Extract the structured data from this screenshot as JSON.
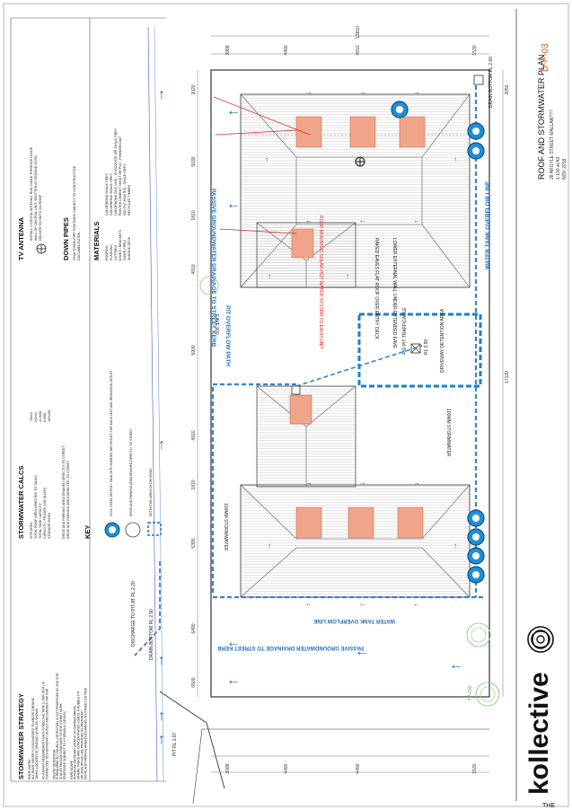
{
  "title_block": {
    "logo_word": "kollective",
    "logo_prefix": "THE",
    "drawing_title": "ROOF AND STORMWATER PLAN",
    "address": "28 ARGYLE STREET MALLAN???",
    "sheet_no": "D-P-03",
    "scale": "1:100 at A3",
    "date": "NOV 2018"
  },
  "notes": {
    "strategy_heading": "STORMWATER STRATEGY",
    "strategy_lines": [
      "ROOF WATER",
      "ALL ROOF WATER IS DISCHARGED TO ABOVE GROUND",
      "TANKS LOCATED AT GROUND LEVEL AS SHOWN",
      "",
      "AS A BASIX REQUIREMENT EACH DWELLING TANK (1 PER UNIT) IS",
      "CONNECTED TO A DRIVEWAY OUTLET AND GARDEN TAP FOR",
      "",
      "ONSITE DETENTION",
      "IF REQUIRED BY COUNCIL, DETENTION IS NOT PROPOSED AS THE SITE",
      "IS ALSO PASSIVE DRAINAGE TO THE STREET KERB",
      "PROPOSED SUBJECT TO HYDRAULIC DESIGN",
      "",
      "HARDSCAPE",
      "INTERNAL DRIVEWAY DRAINS TO GARDEN AREAS",
      "WHERE THERE ARE CONCENTRATED LOADS, A RUBBLE PIT",
      "OR SIMILAR WILL BE PROVIDED AS REQUIRED",
      "DRIVE AND PARKING AREA DISCHARGES TO STREET GUTTER"
    ],
    "calcs_heading": "STORMWATER CALCS",
    "calcs_rows": [
      [
        "SITE AREA",
        "736m2"
      ],
      [
        "TOTAL ROOF AREA DIRECTED TO TANKS",
        "342m2"
      ],
      [
        "TOTAL TANK CAPACITY",
        "24,000L"
      ],
      [
        "CAPACITY / PRIVATE USE (EACH)",
        "6,000L"
      ],
      [
        "STORAGE RATIO",
        "16m2/KL"
      ]
    ],
    "calcs_note_lines": [
      "DRIVE AND PARKING AREA DRAINED DIRECTLY TO STREET",
      "DRIVE AND PARKING AREA DIRECTED TO STREET"
    ],
    "key_heading": "KEY",
    "key_items": [
      "5000L STEEL OR POLY TANK WITH GARDEN TAP OUTLET FOR EACH UNIT AND IRRIGATION OUTLET",
      "DRIVE AND PARKING AREA DRAINED DIRECTLY TO STREET",
      "DETENTION AREA ON DRIVEWAY"
    ],
    "antenna_heading": "TV ANTENNA",
    "antenna_lines": [
      "INSTALL 1 DIGITAL ANTENNA, RUN CABLE THROUGH DIVIDE",
      "WALL OF CENTRAL UNIT, SPLITTER AT GROUND LEVEL",
      "DELIVER TO UNITS VIA ROOF"
    ],
    "downpipes_heading": "DOWN PIPES",
    "downpipes_lines": [
      "FINAL DOWN PIPE POSITIONS SUBJECT TO CONSTRUCTION",
      "DOCUMENTATION"
    ],
    "materials_heading": "MATERIALS",
    "materials_rows": [
      [
        "ROOFING",
        "COLORBOND SHALE GREY"
      ],
      [
        "FLASHING",
        "COLORBOND SHALE GREY"
      ],
      [
        "GUTTERS",
        "COLORBOND ZINC LINE - CHOCOLATE OR SHALE GREY"
      ],
      [
        "EAVES / BRACKETS",
        "PAINTED CEMENT SHEET OR PVC - POWDERCOAT"
      ],
      [
        "DOWN PIPES",
        "90D PVC PAINTED - SHALE GREY"
      ],
      [
        "SHROUD DECK",
        "RECYCLED TIMBER"
      ]
    ]
  },
  "plan": {
    "dims_top": [
      "3088",
      "4490",
      "4910",
      "1530"
    ],
    "dims_top_overall": "13810",
    "dims_left": [
      "3020",
      "5030",
      "1810",
      "4910",
      "5900",
      "4910",
      "1810",
      "5390",
      "6490",
      "6500"
    ],
    "dims_bottom": [
      "3088",
      "4490",
      "4490",
      "1530"
    ],
    "overall_bottom": "17120",
    "overall_right": "3050",
    "labels": {
      "passive_top": "PASSIVE GROUNDWATER DRAINAGE TO STREET KERB",
      "passive_bottom": "PASSIVE GROUNDWATER DRAINAGE TO STREET KERB",
      "overflow_line_right": "WATER TANK OVERFLOW LINE",
      "overflow_line_bottom": "WATER TANK OVERFLOW LINE",
      "pit_overflow": "PIT OVERFLOW PATH",
      "stormwater_pipe": "100MM STORMWATER",
      "stormwater_pipe_2": "100MM STORMWATER",
      "pit": "450 PIT TRAFFICABLE",
      "driveway": "DRIVEWAY DETENTION AREA",
      "solar": "ROOF MOUNTED SOLAR HOT WATER SYSTEM TO EACH UNIT",
      "eaves": "RAKED EAVES FLAT ROOF OVER ENTRY DECK",
      "lower_wall": "LOWER EXTERNAL WALL UNDER EXTENDED EAVE",
      "drain_bottom": "DRAIN BOTTOM RL 2.50",
      "drain_top": "DRAIN BOTTOM RL 2.60",
      "discharge": "DISCHARGE TO PIT AT RL 2.20",
      "eave_label": "EAVE 900",
      "pit_rl": "RL 2.90",
      "tree": "TP-200"
    },
    "street_label": "PIT RL 1.97"
  }
}
